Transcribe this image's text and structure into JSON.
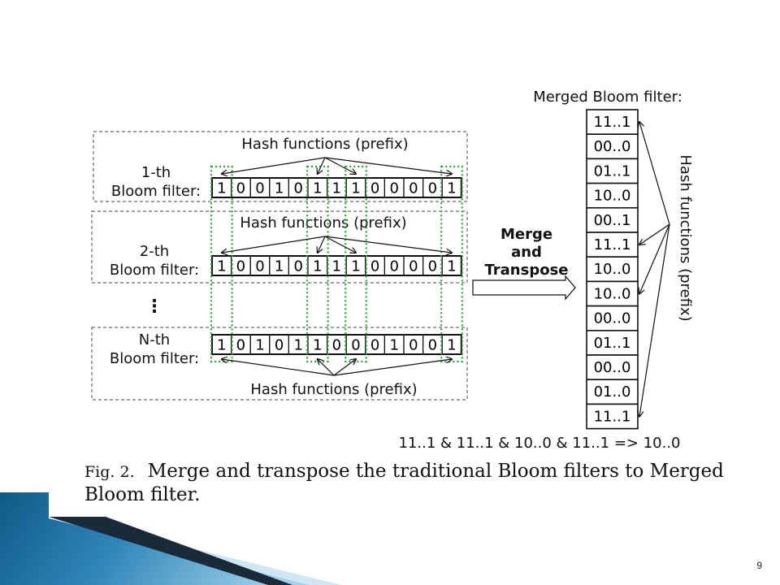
{
  "diagram": {
    "hash_label": "Hash functions (prefix)",
    "filters": [
      {
        "label_line1": "1-th",
        "label_line2": "Bloom filter:",
        "bits": [
          "1",
          "0",
          "0",
          "1",
          "0",
          "1",
          "1",
          "1",
          "0",
          "0",
          "0",
          "0",
          "1"
        ]
      },
      {
        "label_line1": "2-th",
        "label_line2": "Bloom filter:",
        "bits": [
          "1",
          "0",
          "0",
          "1",
          "0",
          "1",
          "1",
          "1",
          "0",
          "0",
          "0",
          "0",
          "1"
        ]
      },
      {
        "label_line1": "N-th",
        "label_line2": "Bloom filter:",
        "bits": [
          "1",
          "0",
          "1",
          "0",
          "1",
          "1",
          "0",
          "0",
          "0",
          "1",
          "0",
          "0",
          "1"
        ]
      }
    ],
    "ellipsis": "⋮",
    "merge_line1": "Merge",
    "merge_line2": "and",
    "merge_line3": "Transpose",
    "merged_title": "Merged Bloom filter:",
    "merged_cells": [
      "11..1",
      "00..0",
      "01..1",
      "10..0",
      "00..1",
      "11..1",
      "10..0",
      "10..0",
      "00..0",
      "01..1",
      "00..0",
      "01..0",
      "11..1"
    ],
    "equation": "11..1 & 11..1 & 10..0 & 11..1 => 10..0"
  },
  "caption": {
    "prefix": "Fig. 2.",
    "line1": "Merge and transpose the traditional Bloom filters to Merged",
    "line2": "Bloom filter."
  },
  "slide": {
    "page_number": "9",
    "colors": {
      "dashed_green": "#2e9e3a",
      "banner_dark": "#1b2a3a",
      "banner_blue": "#2f86b8",
      "banner_light": "#bfe0f0"
    }
  }
}
